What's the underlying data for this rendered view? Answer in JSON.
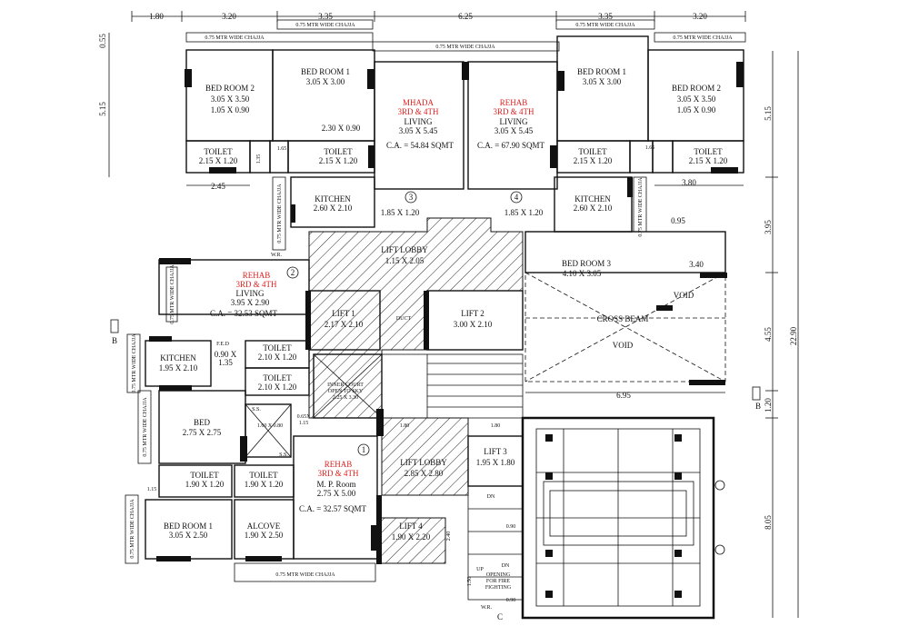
{
  "colors": {
    "line": "#111111",
    "red_label": "#e02020",
    "background": "#ffffff"
  },
  "top_dims": {
    "d1": "1.80",
    "d2": "3.20",
    "d3": "3.35",
    "d4": "6.25",
    "d5": "3.35",
    "d6": "3.20"
  },
  "right_dims": {
    "r1": "5.15",
    "r2": "3.95",
    "r3": "4.55",
    "r4": "1.20",
    "r5": "8.05",
    "total": "22.90"
  },
  "left_dims": {
    "l1": "0.55",
    "l2": "5.15"
  },
  "chajja": {
    "top_left": "0.75 MTR WIDE CHAJJA",
    "top_mid": "0.75 MTR WIDE CHAJJA",
    "top_mid2": "0.75 MTR WIDE CHAJJA",
    "top_right": "0.75 MTR WIDE CHAJJA",
    "top_right2": "0.75 MTR WIDE CHAJJA",
    "left_v1": "0.75 MTR WIDE CHAJJA",
    "left_v2": "0.75 MTR WIDE CHAJJA",
    "left_v3": "0.75 MTR WIDE CHAJJA",
    "left_v4": "0.75 MTR WIDE CHAJJA",
    "mid_v": "0.75 MTR WIDE CHAJJA",
    "right_v": "0.75 MTR WIDE CHAJJA",
    "bottom": "0.75 MTR WIDE CHAJJA"
  },
  "unit3": {
    "title": "MHADA",
    "floors": "3RD & 4TH",
    "living": "LIVING",
    "living_size": "3.05 X 5.45",
    "ca": "C.A. = 54.84 SQMT",
    "bed2": "BED ROOM 2",
    "bed2_size": "3.05 X 3.50",
    "bed2_sub": "1.05 X 0.90",
    "bed1": "BED ROOM 1",
    "bed1_size": "3.05 X 3.00",
    "passage": "2.30 X 0.90",
    "toilet1": "TOILET",
    "toilet1_size": "2.15 X 1.20",
    "toilet2": "TOILET",
    "toilet2_size": "2.15 X 1.20",
    "kitchen": "KITCHEN",
    "kitchen_size": "2.60 X 2.10",
    "balcony": "1.85 X 1.20",
    "num": "3",
    "dim_245": "2.45",
    "dim_165": "1.65",
    "dim_135": "1.35"
  },
  "unit4": {
    "title": "REHAB",
    "floors": "3RD & 4TH",
    "living": "LIVING",
    "living_size": "3.05 X 5.45",
    "ca": "C.A. =  67.90 SQMT",
    "bed1": "BED ROOM 1",
    "bed1_size": "3.05 X 3.00",
    "bed2": "BED ROOM 2",
    "bed2_size": "3.05 X 3.50",
    "bed2_sub": "1.05 X 0.90",
    "toilet1": "TOILET",
    "toilet1_size": "2.15 X 1.20",
    "toilet2": "TOILET",
    "toilet2_size": "2.15 X 1.20",
    "kitchen": "KITCHEN",
    "kitchen_size": "2.60 X 2.10",
    "balcony": "1.85 X 1.20",
    "num": "4",
    "bed3": "BED ROOM 3",
    "bed3_size": "4.10 X 3.05",
    "dim_380": "3.80",
    "dim_095": "0.95",
    "dim_340": "3.40",
    "dim_165": "1.65",
    "cross_beam": "CROSS BEAM",
    "void1": "VOID",
    "void2": "VOID",
    "dim_695": "6.95"
  },
  "unit2": {
    "title": "REHAB",
    "floors": "3RD & 4TH",
    "living": "LIVING",
    "living_size": "3.95 X 2.90",
    "ca": "C.A. = 32.53 SQMT",
    "kitchen": "KITCHEN",
    "kitchen_size": "1.95 X 2.10",
    "fed": "F.E.D",
    "fed_size": "0.90 X",
    "fed_size2": "1.35",
    "toilet1": "TOILET",
    "toilet1_size": "2.10 X 1.20",
    "toilet2": "TOILET",
    "toilet2_size": "2.10 X 1.20",
    "bed": "BED",
    "bed_size": "2.75 X 2.75",
    "num": "2"
  },
  "unit1": {
    "title": "REHAB",
    "floors": "3RD & 4TH",
    "mp": "M. P. Room",
    "mp_size": "2.75 X 5.00",
    "ca": "C.A. = 32.57 SQMT",
    "toilet1": "TOILET",
    "toilet1_size": "1.90 X 1.20",
    "toilet2": "TOILET",
    "toilet2_size": "1.90 X 1.20",
    "bed1": "BED ROOM 1",
    "bed1_size": "3.05 X 2.50",
    "alcove": "ALCOVE",
    "alcove_size": "1.90 X 2.50",
    "num": "1",
    "dim_115": "1.15"
  },
  "core": {
    "lift_lobby_top": "LIFT LOBBY",
    "lift_lobby_top_size": "1.15 X 2.05",
    "lift1": "LIFT 1",
    "lift1_size": "2.17 X 2.10",
    "lift2": "LIFT 2",
    "lift2_size": "3.00 X 2.10",
    "duct": "DUCT",
    "inner_court": "INNER COURT",
    "open_sky": "OPEN TO SKY",
    "inner_size": "2.25 X 3.30",
    "lift_lobby_bot": "LIFT LOBBY",
    "lift_lobby_bot_size": "2.85 X 2.80",
    "lift3": "LIFT 3",
    "lift3_size": "1.95 X 1.80",
    "lift4": "LIFT 4",
    "lift4_size": "1.90 X 2.20",
    "ss1": "S.S.",
    "ss2": "S.S.",
    "ss_size": "1.60 X 0.80",
    "dim_065": "0.65X",
    "dim_115b": "1.15",
    "dim_180a": "1.80",
    "dim_180b": "1.80",
    "dim_240": "2.40",
    "dim_150": "1.50",
    "dim_090": "0.90",
    "dim_090b": "0.90",
    "up": "UP",
    "dn": "DN",
    "dn2": "DN",
    "opening": "OPENING",
    "fire": "FOR FIRE",
    "fighting": "FIGHTING",
    "wr1": "W.R.",
    "wr2": "W.R.",
    "c_mark": "C"
  },
  "markers": {
    "b_left": "B",
    "b_right": "B"
  }
}
